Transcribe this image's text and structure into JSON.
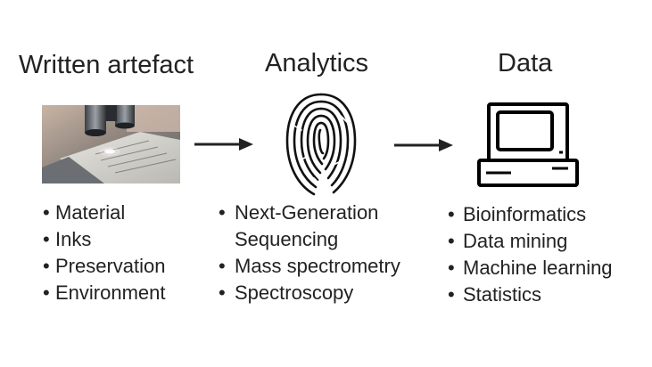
{
  "columns": [
    {
      "heading": "Written artefact",
      "items": [
        "Material",
        "Inks",
        "Preservation",
        "Environment"
      ]
    },
    {
      "heading": "Analytics",
      "items": [
        "Next-Generation Sequencing",
        "Mass spectrometry",
        "Spectroscopy"
      ]
    },
    {
      "heading": "Data",
      "items": [
        "Bioinformatics",
        "Data mining",
        "Machine learning",
        "Statistics"
      ]
    }
  ],
  "icons": {
    "artefact": "microscope-photo-icon",
    "analytics": "fingerprint-icon",
    "data": "computer-icon",
    "arrows": "arrow-right-icon"
  }
}
